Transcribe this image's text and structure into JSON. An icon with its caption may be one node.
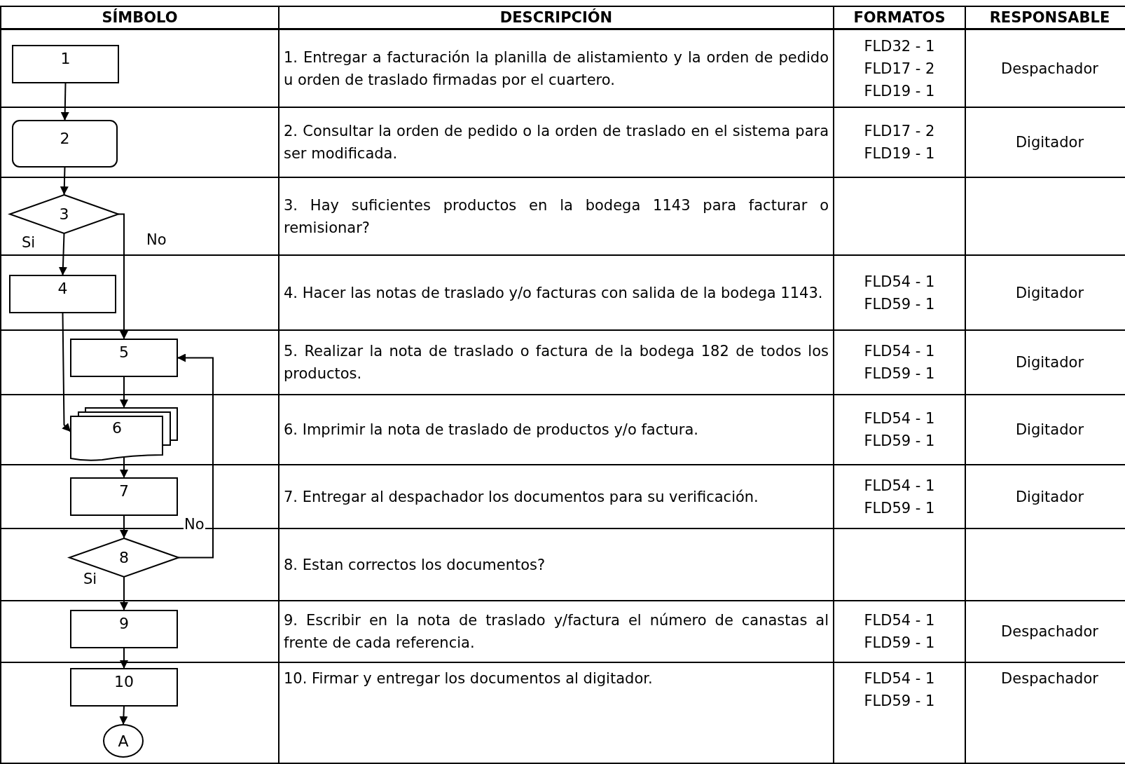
{
  "diagram": {
    "nodes": [
      {
        "text": [
          "1"
        ]
      },
      {
        "text": [
          "2"
        ]
      },
      {
        "text": [
          "3"
        ]
      },
      {
        "text": [
          "4"
        ]
      },
      {
        "text": [
          "5"
        ]
      },
      {
        "text": [
          "6"
        ]
      },
      {
        "text": [
          "7"
        ]
      },
      {
        "text": [
          "8"
        ]
      },
      {
        "text": [
          "9"
        ]
      },
      {
        "text": [
          "10"
        ]
      },
      {
        "text": [
          "A"
        ]
      }
    ],
    "edges": [
      {
        "from": 0,
        "to": 1,
        "arrow": "to"
      },
      {
        "from": 1,
        "to": 2,
        "arrow": "to"
      },
      {
        "from": 2,
        "to": 3,
        "arrow": "to",
        "label": "Si"
      },
      {
        "from": 2,
        "to": 4,
        "arrow": "to",
        "label": "No"
      },
      {
        "from": 3,
        "to": 5,
        "arrow": "to"
      },
      {
        "from": 4,
        "to": 5,
        "arrow": "to"
      },
      {
        "from": 5,
        "to": 6,
        "arrow": "to"
      },
      {
        "from": 6,
        "to": 7,
        "arrow": "to"
      },
      {
        "from": 7,
        "to": 4,
        "arrow": "to",
        "label": "No"
      },
      {
        "from": 7,
        "to": 8,
        "arrow": "to",
        "label": "Si"
      },
      {
        "from": 8,
        "to": 9,
        "arrow": "to"
      },
      {
        "from": 9,
        "to": 10,
        "arrow": "to"
      }
    ],
    "labels": [
      "SÍMBOLO",
      "DESCRIPCIÓN",
      "FORMATOS",
      "RESPONSABLE",
      "1. Entregar a facturación la planilla de alistamiento y la orden de pedido u orden de traslado firmadas por el cuartero.",
      "FLD32 - 1",
      "FLD17 - 2",
      "FLD19 - 1",
      "Despachador",
      "2. Consultar la orden de pedido o la orden de traslado en el sistema para ser modificada.",
      "FLD17 - 2",
      "FLD19 - 1",
      "Digitador",
      "3. Hay suficientes productos en la bodega 1143 para facturar o remisionar?",
      "4. Hacer las notas de traslado y/o facturas con salida de la bodega 1143.",
      "FLD54 - 1",
      "FLD59 - 1",
      "Digitador",
      "5. Realizar la nota de traslado o factura de la bodega 182 de todos los productos.",
      "FLD54 - 1",
      "FLD59 - 1",
      "Digitador",
      "6. Imprimir la nota de traslado de productos y/o factura.",
      "FLD54 - 1",
      "FLD59 - 1",
      "Digitador",
      "7. Entregar al despachador los documentos para su verificación.",
      "FLD54 - 1",
      "FLD59 - 1",
      "Digitador",
      "8. Estan correctos los documentos?",
      "9. Escribir en la nota de traslado y/factura el número de canastas al frente de cada referencia.",
      "FLD54 - 1",
      "FLD59 - 1",
      "Despachador",
      "10. Firmar y entregar los documentos al digitador.",
      "FLD54 - 1",
      "FLD59 - 1",
      "Despachador"
    ]
  }
}
